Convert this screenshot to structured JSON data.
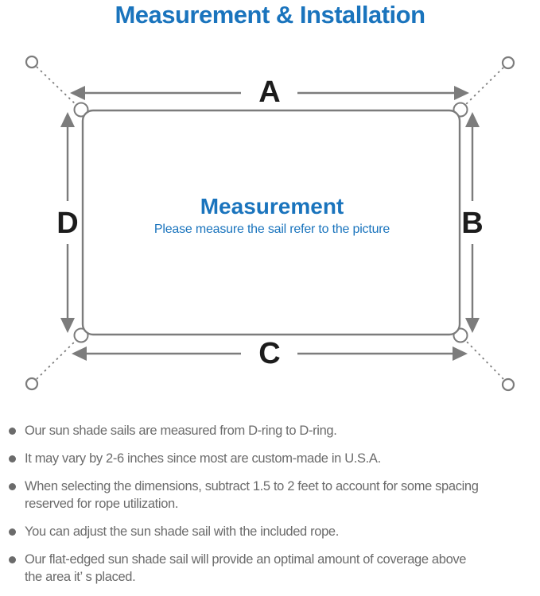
{
  "page": {
    "title": "Measurement & Installation"
  },
  "colors": {
    "accent_blue": "#1a74bd",
    "line_gray": "#7c7c7c",
    "label_black": "#1c1c1c",
    "body_gray": "#6b6b6b"
  },
  "diagram": {
    "side_labels": {
      "top": "A",
      "right": "B",
      "bottom": "C",
      "left": "D"
    },
    "center_title": "Measurement",
    "center_subtitle": "Please measure the sail refer to the picture"
  },
  "bullets": [
    {
      "lines": {
        "0": "Our sun shade sails are measured from D-ring to D-ring."
      }
    },
    {
      "lines": {
        "0": "It may vary by 2-6 inches since most are custom-made in U.S.A."
      }
    },
    {
      "lines": {
        "0": "When selecting the dimensions, subtract 1.5 to 2 feet to account for some spacing",
        "1": "reserved for rope utilization."
      }
    },
    {
      "lines": {
        "0": "You can adjust the sun shade sail with the included rope."
      }
    },
    {
      "lines": {
        "0": "Our flat-edged sun shade sail will provide an optimal amount of coverage above",
        "1": "the area it’ s placed."
      }
    }
  ]
}
